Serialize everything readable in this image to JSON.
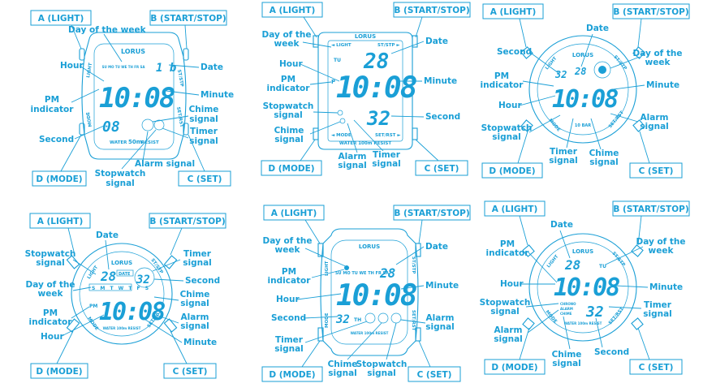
{
  "panels": [
    {
      "buttons": {
        "a": "A (LIGHT)",
        "b": "B (START/STOP)",
        "c": "C (SET)",
        "d": "D (MODE)"
      },
      "labels": {
        "day": "Day of the week",
        "date": "Date",
        "hour": "Hour",
        "minute": "Minute",
        "pm1": "PM",
        "pm2": "indicator",
        "chime1": "Chime",
        "chime2": "signal",
        "timer1": "Timer",
        "timer2": "signal",
        "second": "Second",
        "alarm": "Alarm signal",
        "stopwatch1": "Stopwatch",
        "stopwatch2": "signal"
      },
      "face": {
        "brand": "LORUS",
        "time": "10:08",
        "sec": "08",
        "days": "SU MO TU WE TH FR SA",
        "water1": "WATER",
        "water2": "50m",
        "water3": "RESIST",
        "light": "LIGHT",
        "ststp": "ST/STP",
        "mode": "MODE",
        "setrst": "SET/RST"
      }
    },
    {
      "buttons": {
        "a": "A (LIGHT)",
        "b": "B (START/STOP)",
        "c": "C (SET)",
        "d": "D (MODE)"
      },
      "labels": {
        "day1": "Day of the",
        "day2": "week",
        "date": "Date",
        "hour": "Hour",
        "minute": "Minute",
        "pm1": "PM",
        "pm2": "indicator",
        "stopwatch1": "Stopwatch",
        "stopwatch2": "signal",
        "second": "Second",
        "chime1": "Chime",
        "chime2": "signal",
        "alarm1": "Alarm",
        "alarm2": "signal",
        "timer1": "Timer",
        "timer2": "signal"
      },
      "face": {
        "brand": "LORUS",
        "light": "◄ LIGHT",
        "ststp": "ST/STP ►",
        "day": "TU",
        "date": "28",
        "pm": "P",
        "time": "10:08",
        "sec": "32",
        "mode": "◄ MODE",
        "setrst": "SET/RST ►",
        "water": "WATER 100m RESIST"
      }
    },
    {
      "buttons": {
        "a": "A (LIGHT)",
        "b": "B (START/STOP)",
        "c": "C (SET)",
        "d": "D (MODE)"
      },
      "labels": {
        "date": "Date",
        "second": "Second",
        "day1": "Day of the",
        "day2": "week",
        "pm1": "PM",
        "pm2": "indicator",
        "minute": "Minute",
        "hour": "Hour",
        "alarm1": "Alarm",
        "alarm2": "signal",
        "stopwatch1": "Stopwatch",
        "stopwatch2": "signal",
        "timer1": "Timer",
        "timer2": "signal",
        "chime1": "Chime",
        "chime2": "signal"
      },
      "face": {
        "brand": "LORUS",
        "sec": "32",
        "date": "28",
        "time": "10:08",
        "bar": "10 BAR",
        "light": "LIGHT",
        "ststp": "ST/STP",
        "mode": "MODE",
        "setrst": "SET/RST"
      }
    },
    {
      "buttons": {
        "a": "A (LIGHT)",
        "b": "B (START/STOP)",
        "c": "C (SET)",
        "d": "D (MODE)"
      },
      "labels": {
        "date": "Date",
        "stopwatch1": "Stopwatch",
        "stopwatch2": "signal",
        "timer1": "Timer",
        "timer2": "signal",
        "second": "Second",
        "day1": "Day of the",
        "day2": "week",
        "chime1": "Chime",
        "chime2": "signal",
        "pm1": "PM",
        "pm2": "indicator",
        "alarm1": "Alarm",
        "alarm2": "signal",
        "hour": "Hour",
        "minute": "Minute"
      },
      "face": {
        "brand": "LORUS",
        "date": "28",
        "datelbl": "DATE",
        "sec": "32",
        "days": "S M T W T F S",
        "pm": "PM",
        "time": "10:08",
        "water": "WATER 100m RESIST",
        "light": "LIGHT",
        "ststp": "ST/STP",
        "mode": "MODE",
        "setrst": "SET/RST"
      }
    },
    {
      "buttons": {
        "a": "A (LIGHT)",
        "b": "B (START/STOP)",
        "c": "C (SET)",
        "d": "D (MODE)"
      },
      "labels": {
        "day1": "Day of the",
        "day2": "week",
        "date": "Date",
        "pm1": "PM",
        "pm2": "indicator",
        "minute": "Minute",
        "hour": "Hour",
        "second": "Second",
        "alarm1": "Alarm",
        "alarm2": "signal",
        "timer1": "Timer",
        "timer2": "signal",
        "chime1": "Chime",
        "chime2": "signal",
        "stopwatch1": "Stopwatch",
        "stopwatch2": "signal"
      },
      "face": {
        "brand": "LORUS",
        "days": "SU MO TU WE TH FR SA",
        "date": "28",
        "time": "10:08",
        "sec": "32",
        "day": "TH",
        "water": "WATER 100m RESIST",
        "light": "LIGHT",
        "ststp": "ST/STP",
        "mode": "MODE",
        "setrst": "SET/RST"
      }
    },
    {
      "buttons": {
        "a": "A (LIGHT)",
        "b": "B (START/STOP)",
        "c": "C (SET)",
        "d": "D (MODE)"
      },
      "labels": {
        "date": "Date",
        "pm1": "PM",
        "pm2": "indicator",
        "day1": "Day of the",
        "day2": "week",
        "hour": "Hour",
        "minute": "Minute",
        "stopwatch1": "Stopwatch",
        "stopwatch2": "signal",
        "timer1": "Timer",
        "timer2": "signal",
        "alarm1": "Alarm",
        "alarm2": "signal",
        "chime1": "Chime",
        "chime2": "signal",
        "second": "Second"
      },
      "face": {
        "brand": "LORUS",
        "date": "28",
        "day": "TU",
        "time": "10:08",
        "sec": "32",
        "chrono": "CHRONO",
        "alarm": "ALARM",
        "chime": "CHIME",
        "water": "WATER 100m RESIST",
        "light": "LIGHT",
        "ststp": "ST/STP",
        "mode": "MODE",
        "setrst": "SET/RST"
      }
    }
  ],
  "colors": {
    "line": "#1a9fd6",
    "background": "#ffffff"
  }
}
